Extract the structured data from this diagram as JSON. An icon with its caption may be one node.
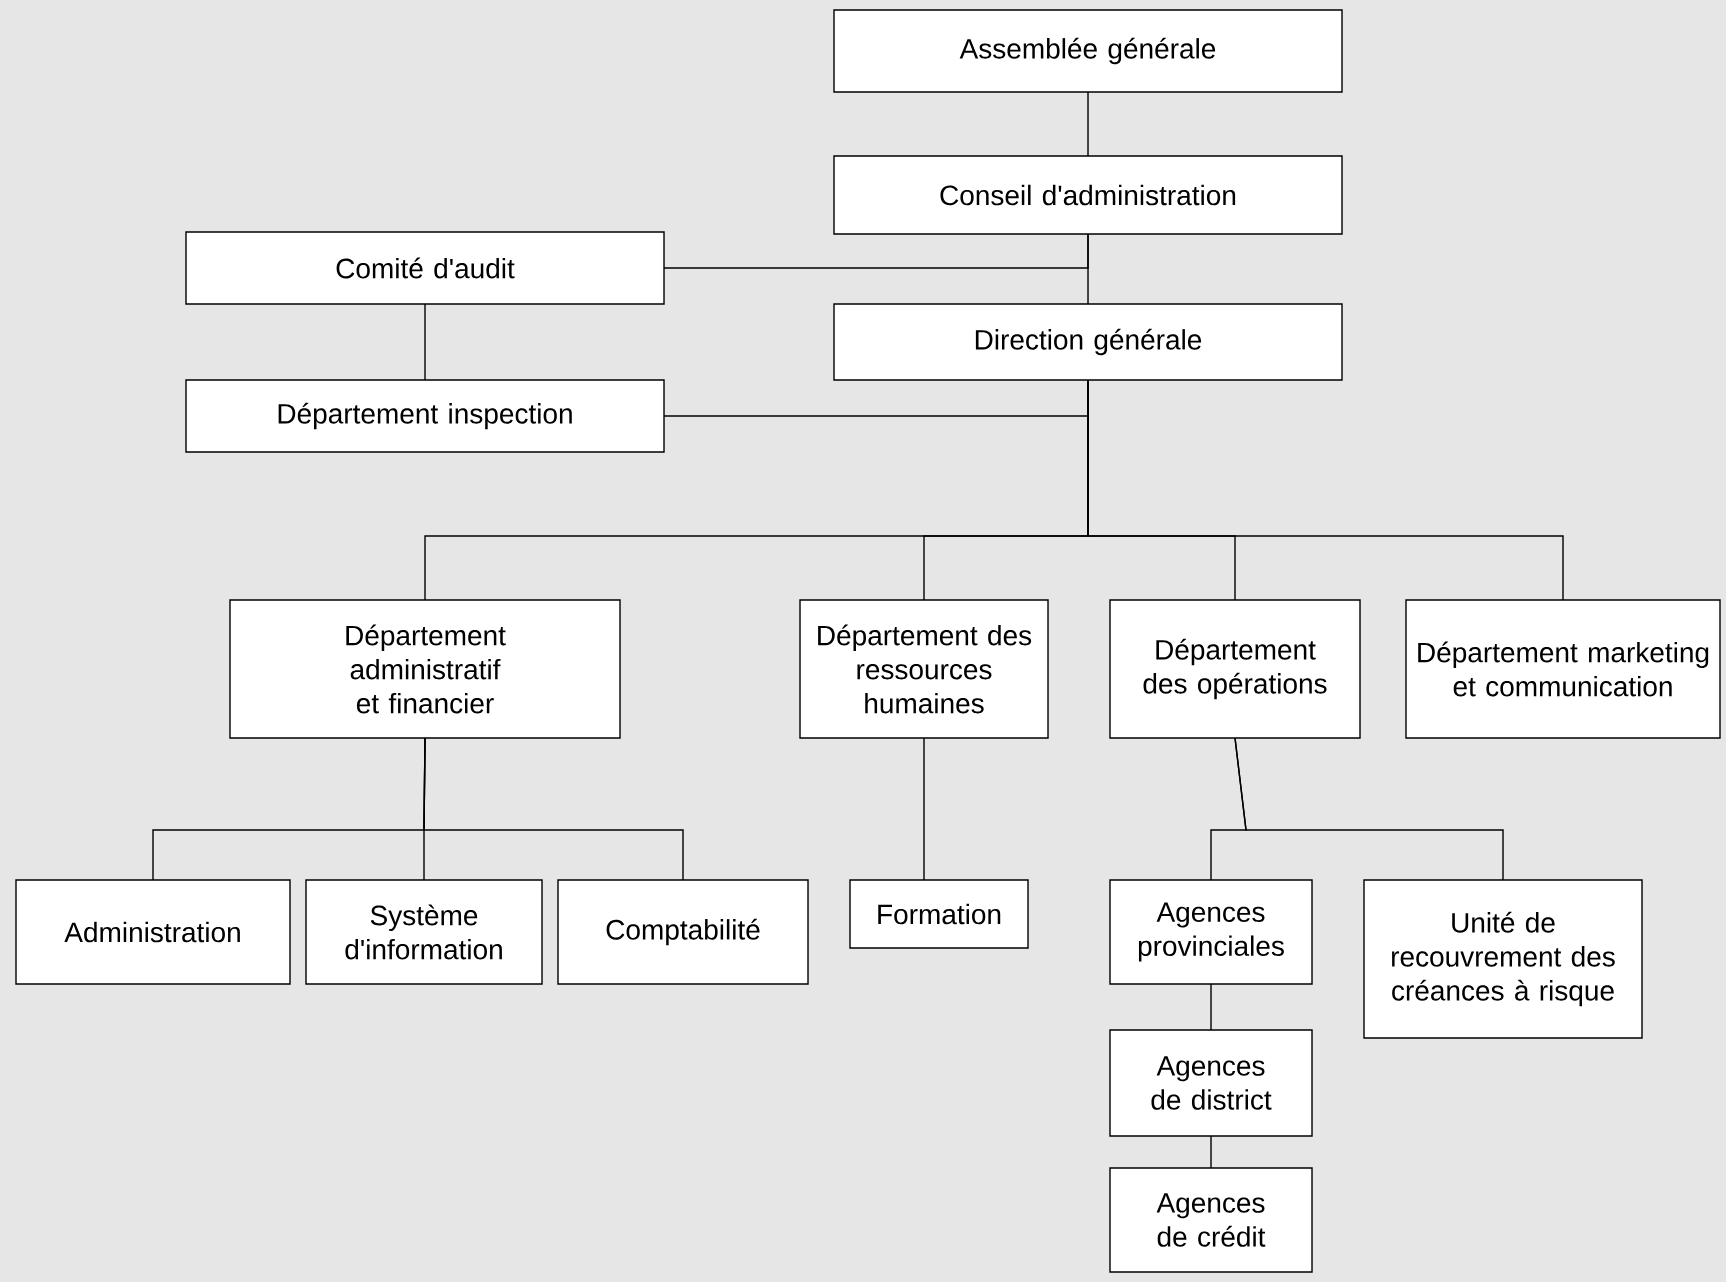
{
  "diagram": {
    "nodes": [
      {
        "text": [
          "Assemblée générale"
        ]
      },
      {
        "text": [
          "Conseil d'administration"
        ]
      },
      {
        "text": [
          "Comité d'audit"
        ]
      },
      {
        "text": [
          "Direction générale"
        ]
      },
      {
        "text": [
          "Département inspection"
        ]
      },
      {
        "text": [
          "Département administratif et financier"
        ]
      },
      {
        "text": [
          "Département des ressources humaines"
        ]
      },
      {
        "text": [
          "Département des opérations"
        ]
      },
      {
        "text": [
          "Département marketing et communication"
        ]
      },
      {
        "text": [
          "Administration"
        ]
      },
      {
        "text": [
          "Système d'information"
        ]
      },
      {
        "text": [
          "Comptabilité"
        ]
      },
      {
        "text": [
          "Formation"
        ]
      },
      {
        "text": [
          "Agences provinciales"
        ]
      },
      {
        "text": [
          "Unité de recouvrement des créances à risque"
        ]
      },
      {
        "text": [
          "Agences de district"
        ]
      },
      {
        "text": [
          "Agences de crédit"
        ]
      }
    ],
    "edges": [
      {
        "from": 0,
        "to": 1,
        "arrow": "none"
      },
      {
        "from": 1,
        "to": 3,
        "arrow": "none"
      },
      {
        "from": 1,
        "to": 2,
        "arrow": "none"
      },
      {
        "from": 2,
        "to": 4,
        "arrow": "none"
      },
      {
        "from": 3,
        "to": 4,
        "arrow": "none"
      },
      {
        "from": 3,
        "to": 5,
        "arrow": "none"
      },
      {
        "from": 3,
        "to": 6,
        "arrow": "none"
      },
      {
        "from": 3,
        "to": 7,
        "arrow": "none"
      },
      {
        "from": 3,
        "to": 8,
        "arrow": "none"
      },
      {
        "from": 5,
        "to": 9,
        "arrow": "none"
      },
      {
        "from": 5,
        "to": 10,
        "arrow": "none"
      },
      {
        "from": 5,
        "to": 11,
        "arrow": "none"
      },
      {
        "from": 6,
        "to": 12,
        "arrow": "none"
      },
      {
        "from": 7,
        "to": 13,
        "arrow": "none"
      },
      {
        "from": 7,
        "to": 14,
        "arrow": "none"
      },
      {
        "from": 13,
        "to": 15,
        "arrow": "none"
      },
      {
        "from": 15,
        "to": 16,
        "arrow": "none"
      }
    ]
  }
}
